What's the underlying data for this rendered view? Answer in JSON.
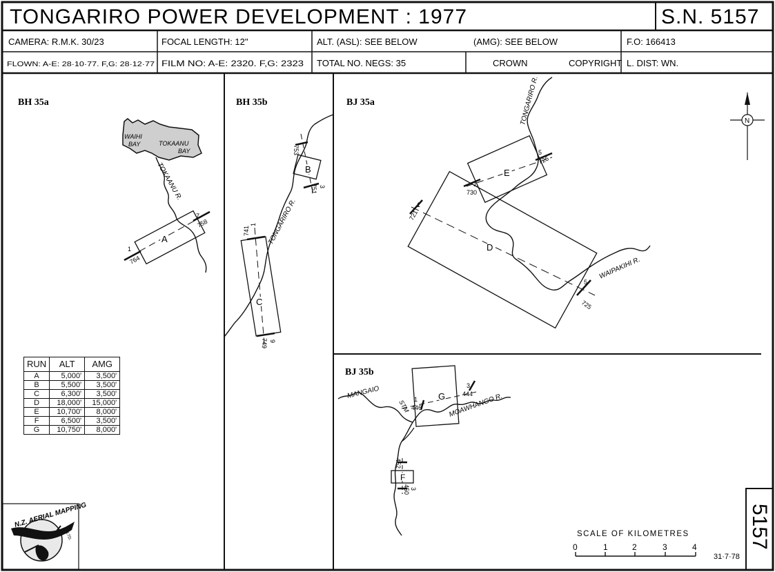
{
  "header": {
    "title": "TONGARIRO  POWER  DEVELOPMENT  :  1977",
    "sn": "S.N. 5157",
    "camera": "CAMERA: R.M.K. 30/23",
    "focal_length": "FOCAL LENGTH: 12\"",
    "alt": "ALT. (ASL): SEE BELOW",
    "amg": "(AMG): SEE BELOW",
    "fo": "F.O: 166413",
    "flown": "FLOWN: A-E: 28·10·77. F,G: 28·12·77",
    "film_no": "FILM NO: A-E: 2320. F,G: 2323",
    "total_negs": "TOTAL NO. NEGS:  35",
    "crown": "CROWN",
    "copyright": "COPYRIGHT",
    "l_dist": "L. DIST:  WN."
  },
  "panels": {
    "bh35a": {
      "label": "BH 35a",
      "water": [
        "WAIHI",
        "BAY",
        "TOKAANU",
        "BAY"
      ],
      "river": "TOKAANU  R.",
      "run": "A",
      "start_num": "1",
      "start_neg": "764",
      "end_num": "7",
      "end_neg": "758"
    },
    "bh35b": {
      "label": "BH 35b",
      "river": "TONGARIRO  R.",
      "run_b": "B",
      "b_start_neg": "753",
      "b_end_num": "3",
      "b_end_neg": "751",
      "run_c": "C",
      "c_start_num": "1",
      "c_start_neg": "741",
      "c_end_num": "9",
      "c_end_neg": "749"
    },
    "bj35a": {
      "label": "BJ 35a",
      "river_1": "TONGARIRO  R.",
      "river_2": "WAIPAKIHI  R.",
      "north": "N",
      "run_e": "E",
      "e_start_num": "1",
      "e_start_neg": "730",
      "e_end_num": "5",
      "e_end_neg": "726",
      "run_d": "D",
      "d_start_num": "1",
      "d_start_neg": "721",
      "d_end_num": "5",
      "d_end_neg": "725"
    },
    "bj35b": {
      "label": "BJ 35b",
      "river_1": "MANGAIO",
      "river_1b": "STM",
      "river_2": "MOAWHANGO  R.",
      "run_g": "G",
      "g_start_num": "1",
      "g_start_neg": "446",
      "g_end_num": "3",
      "g_end_neg": "444",
      "run_f": "F",
      "f_start_neg": "452",
      "f_end_num": "3",
      "f_end_neg": "450"
    }
  },
  "runs_table": {
    "headers": [
      "RUN",
      "ALT",
      "AMG"
    ],
    "rows": [
      {
        "run": "A",
        "alt": "5,000'",
        "amg": "3,500'"
      },
      {
        "run": "B",
        "alt": "5,500'",
        "amg": "3,500'"
      },
      {
        "run": "C",
        "alt": "6,300'",
        "amg": "3,500'"
      },
      {
        "run": "D",
        "alt": "18,000'",
        "amg": "15,000'"
      },
      {
        "run": "E",
        "alt": "10,700'",
        "amg": "8,000'"
      },
      {
        "run": "F",
        "alt": "6,500'",
        "amg": "3,500'"
      },
      {
        "run": "G",
        "alt": "10,750'",
        "amg": "8,000'"
      }
    ]
  },
  "logo": {
    "text_1": "N.Z. AERIAL MAPPING",
    "text_2": "LTD."
  },
  "scale": {
    "title": "SCALE  OF  KILOMETRES",
    "ticks": [
      "0",
      "1",
      "2",
      "3",
      "4"
    ]
  },
  "side_number": "5157",
  "date_stamp": "31·7·78"
}
